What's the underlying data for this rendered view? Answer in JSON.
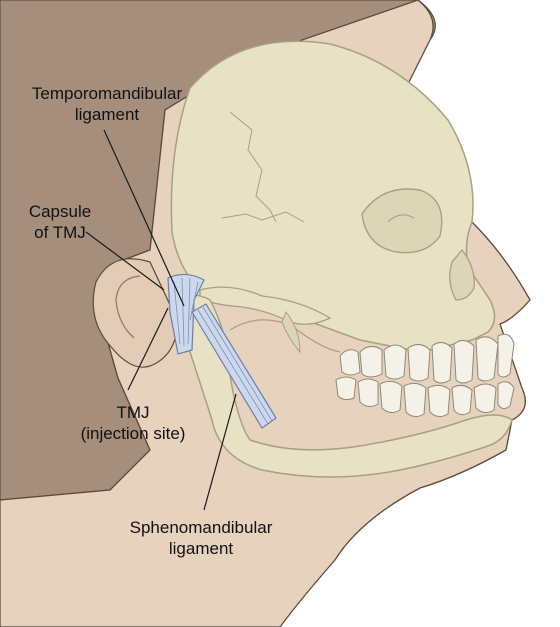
{
  "labels": {
    "temporomandibular": {
      "line1": "Temporomandibular",
      "line2": "ligament"
    },
    "capsule": {
      "line1": "Capsule",
      "line2": "of TMJ"
    },
    "tmj": {
      "line1": "TMJ",
      "line2": "(injection site)"
    },
    "sphenomandibular": {
      "line1": "Sphenomandibular",
      "line2": "ligament"
    }
  },
  "colors": {
    "hair": "#a58f7c",
    "skin": "#e6d2bd",
    "skull": "#e8e2c4",
    "bone_outline": "#a99f82",
    "ligament": "#cdd8ec",
    "ligament_outline": "#6b7fa8",
    "teeth": "#f4f2e8",
    "outline": "#3a3a3a"
  }
}
